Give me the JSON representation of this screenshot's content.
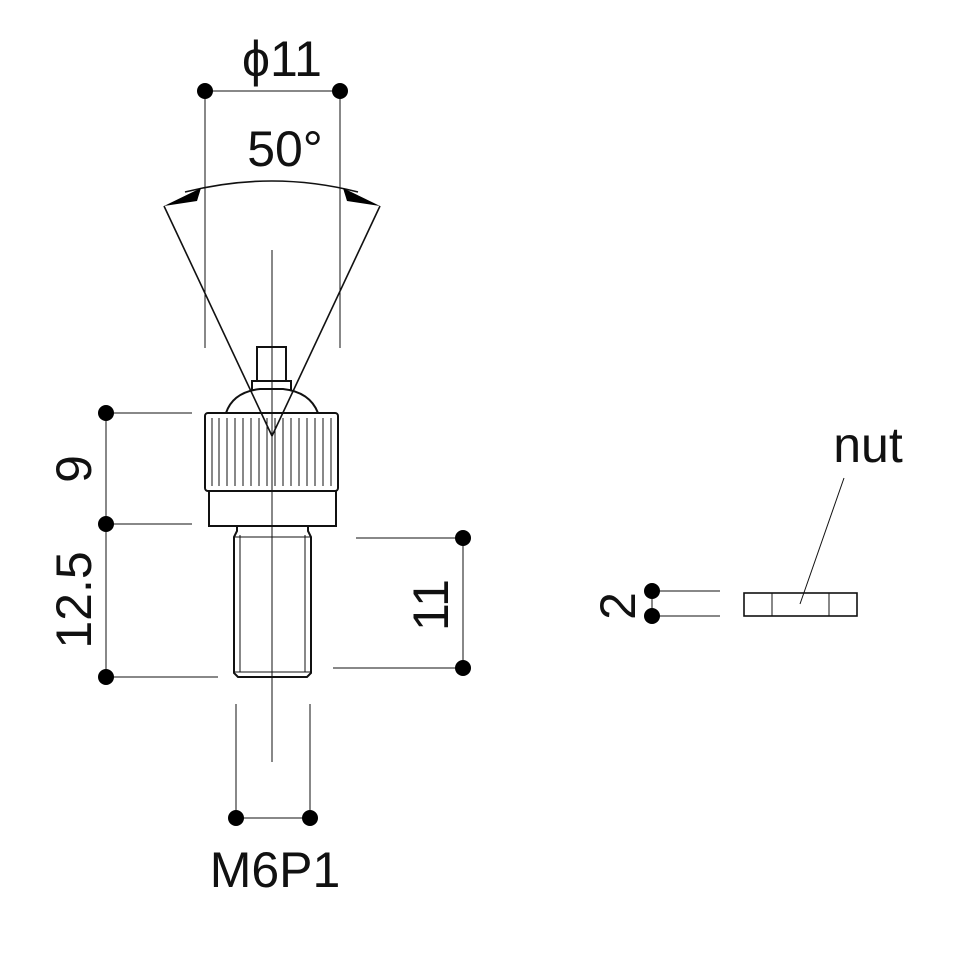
{
  "labels": {
    "diameter": "ϕ11",
    "angle": "50°",
    "height_head": "9",
    "height_total": "12.5",
    "thread_length": "11",
    "thread_spec": "M6P1",
    "nut_name": "nut",
    "nut_thickness": "2"
  },
  "colors": {
    "line": "#111111",
    "background": "#ffffff"
  }
}
